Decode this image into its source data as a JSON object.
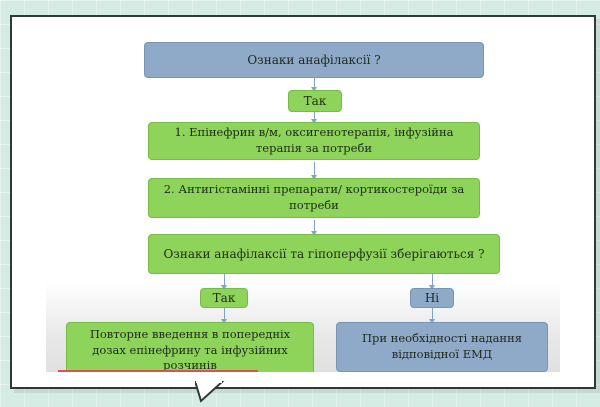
{
  "flowchart": {
    "q1": "Ознаки анафілаксії ?",
    "yes1": "Так",
    "step1": "1. Епінефрин в/м, оксигенотерапія, інфузійна терапія за потреби",
    "step2": "2. Антигістамінні препарати/ кортикостероїди за потреби",
    "q2": "Ознаки анафілаксії та гіпоперфузії зберігаються ?",
    "yes2": "Так",
    "no2": "Ні",
    "yes_action": "Повторне введення в попередніх дозах епінефрину та інфузійних розчинів",
    "no_action": "При необхідності надання відповідної ЕМД"
  },
  "colors": {
    "blue_box": "#8fa9c8",
    "green_box": "#8ed45a",
    "background": "#d4ece4"
  }
}
